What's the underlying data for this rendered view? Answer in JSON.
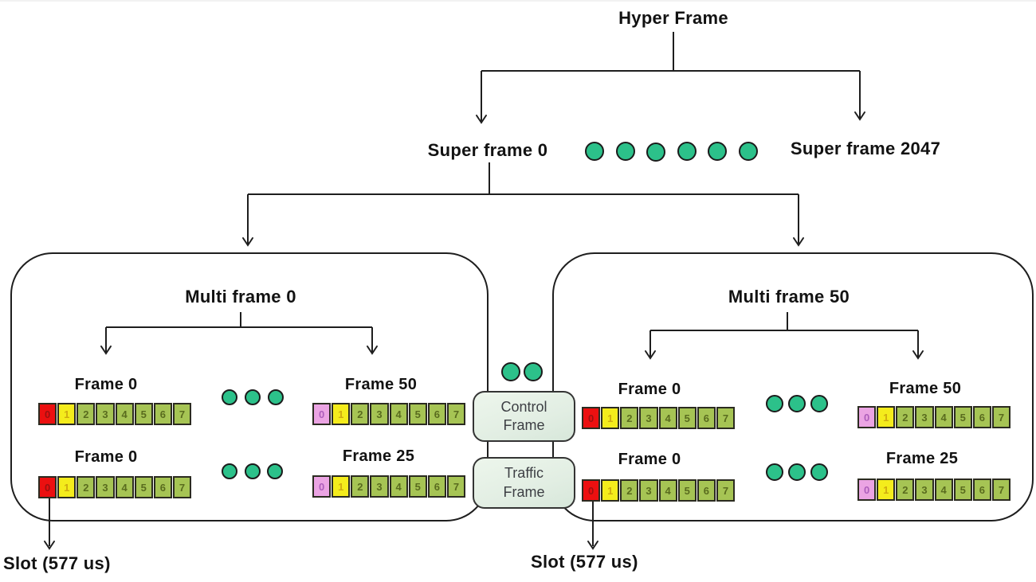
{
  "title": "Hyper Frame",
  "superframe_row": {
    "first_label": "Super frame 0",
    "last_label": "Super frame 2047"
  },
  "multiframe_left": {
    "title": "Multi frame 0",
    "row1": {
      "left": "Frame 0",
      "right": "Frame 50"
    },
    "row2": {
      "left": "Frame 0",
      "right": "Frame 25"
    }
  },
  "multiframe_right": {
    "title": "Multi frame 50",
    "row1": {
      "left": "Frame 0",
      "right": "Frame 50"
    },
    "row2": {
      "left": "Frame 0",
      "right": "Frame 25"
    }
  },
  "middle_boxes": {
    "control_label": "Control Frame",
    "traffic_label": "Traffic Frame"
  },
  "slot_annotation": {
    "left_label": "Slot (577 us)",
    "right_label": "Slot (577 us)"
  },
  "slot_numbers": [
    "0",
    "1",
    "2",
    "3",
    "4",
    "5",
    "6",
    "7"
  ],
  "colors": {
    "line": "#1e1e1e",
    "dot_green": "#2cc18a",
    "dot_outline": "#1b1b1b",
    "slot_red": "#ec1010",
    "slot_pink": "#eba4e3",
    "slot_yellow": "#f4ec1c",
    "slot_green": "#a6c454",
    "cell_border": "#2b2b20",
    "middle_box_fill": "#e2eee3",
    "middle_box_border": "#343434",
    "digit_on_red": "#8f1010",
    "digit_on_pink": "#a352b5",
    "digit_on_yellow": "#c9a00e",
    "digit_on_green": "#4c5c15"
  }
}
